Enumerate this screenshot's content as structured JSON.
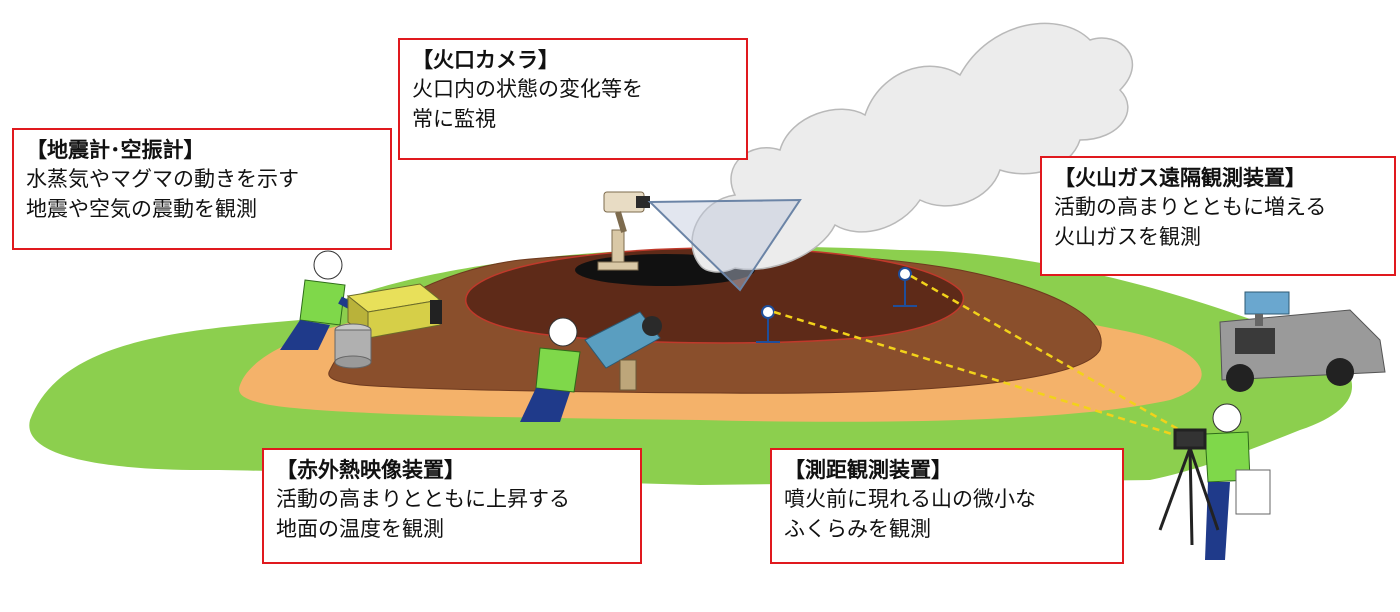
{
  "callouts": {
    "crater_camera": {
      "title": "【火口カメラ】",
      "lines": [
        "火口内の状態の変化等を",
        "常に監視"
      ]
    },
    "seismometer": {
      "title": "【地震計･空振計】",
      "lines": [
        "水蒸気やマグマの動きを示す",
        "地震や空気の震動を観測"
      ]
    },
    "gas": {
      "title": "【火山ガス遠隔観測装置】",
      "lines": [
        "活動の高まりとともに増える",
        "火山ガスを観測"
      ]
    },
    "thermal": {
      "title": "【赤外熱映像装置】",
      "lines": [
        "活動の高まりとともに上昇する",
        "地面の温度を観測"
      ]
    },
    "distance": {
      "title": "【測距観測装置】",
      "lines": [
        "噴火前に現れる山の微小な",
        "ふくらみを観測"
      ]
    }
  },
  "colors": {
    "callout_border": "#e0191e",
    "ground_green": "#8ccf4e",
    "ground_sand": "#f4b26a",
    "mountain_brown": "#8a4f2c",
    "crater_dark": "#5e2a18",
    "crater_hole": "#111111",
    "plume": "#ececec",
    "worker_vest": "#7fd84a",
    "worker_suit": "#1f3a8a",
    "laser_line": "#f2d21a"
  }
}
